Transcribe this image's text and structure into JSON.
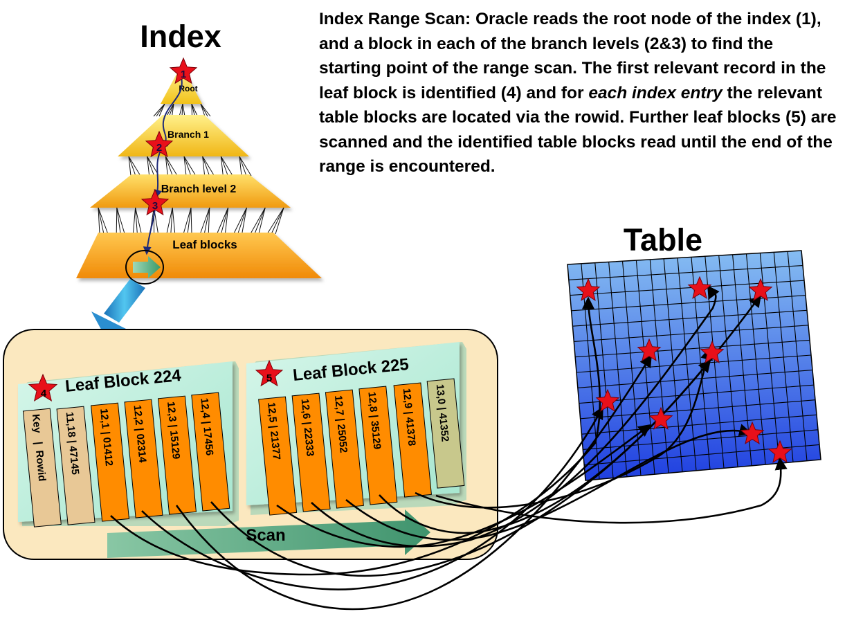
{
  "description": {
    "part1": "Index Range Scan: Oracle reads the root node of the index (1), and a block in each of the branch levels (2&3) to find the starting point of the range scan. The first relevant record in the leaf block is identified (4) and for ",
    "emphasis": "each index entry",
    "part2": " the relevant table blocks are located via the rowid.  Further leaf blocks (5) are scanned and the identified table blocks read until the end of the range is encountered."
  },
  "index": {
    "title": "Index",
    "levels": [
      "Root",
      "Branch 1",
      "Branch level 2",
      "Leaf blocks"
    ],
    "steps": [
      "1",
      "2",
      "3"
    ]
  },
  "table": {
    "title": "Table"
  },
  "leaf_block_224": {
    "label": "Leaf Block 224",
    "step": "4",
    "header": "Key   |  Rowid",
    "entries": [
      "11,18 | 47145",
      "12,1 | 01412",
      "12,2 | 02314",
      "12,3 | 15129",
      "12,4 | 17456"
    ]
  },
  "leaf_block_225": {
    "label": "Leaf Block 225",
    "step": "5",
    "entries": [
      "12,5 | 21377",
      "12,6 | 22333",
      "12,7 | 25052",
      "12,8 | 35129",
      "12,9 | 41378",
      "13,0 | 41352"
    ]
  },
  "scan_label": "Scan",
  "colors": {
    "star": "#e8101a",
    "orange_entry": "#ff8c00",
    "tan_entry": "#e8c896",
    "olive_entry": "#c8c88c",
    "leaf_block": "#b8ecd8",
    "panel": "#fbe8bf",
    "table_top": "#86bdf2",
    "table_bottom": "#1f3fe0",
    "path": "#1e2a78"
  }
}
